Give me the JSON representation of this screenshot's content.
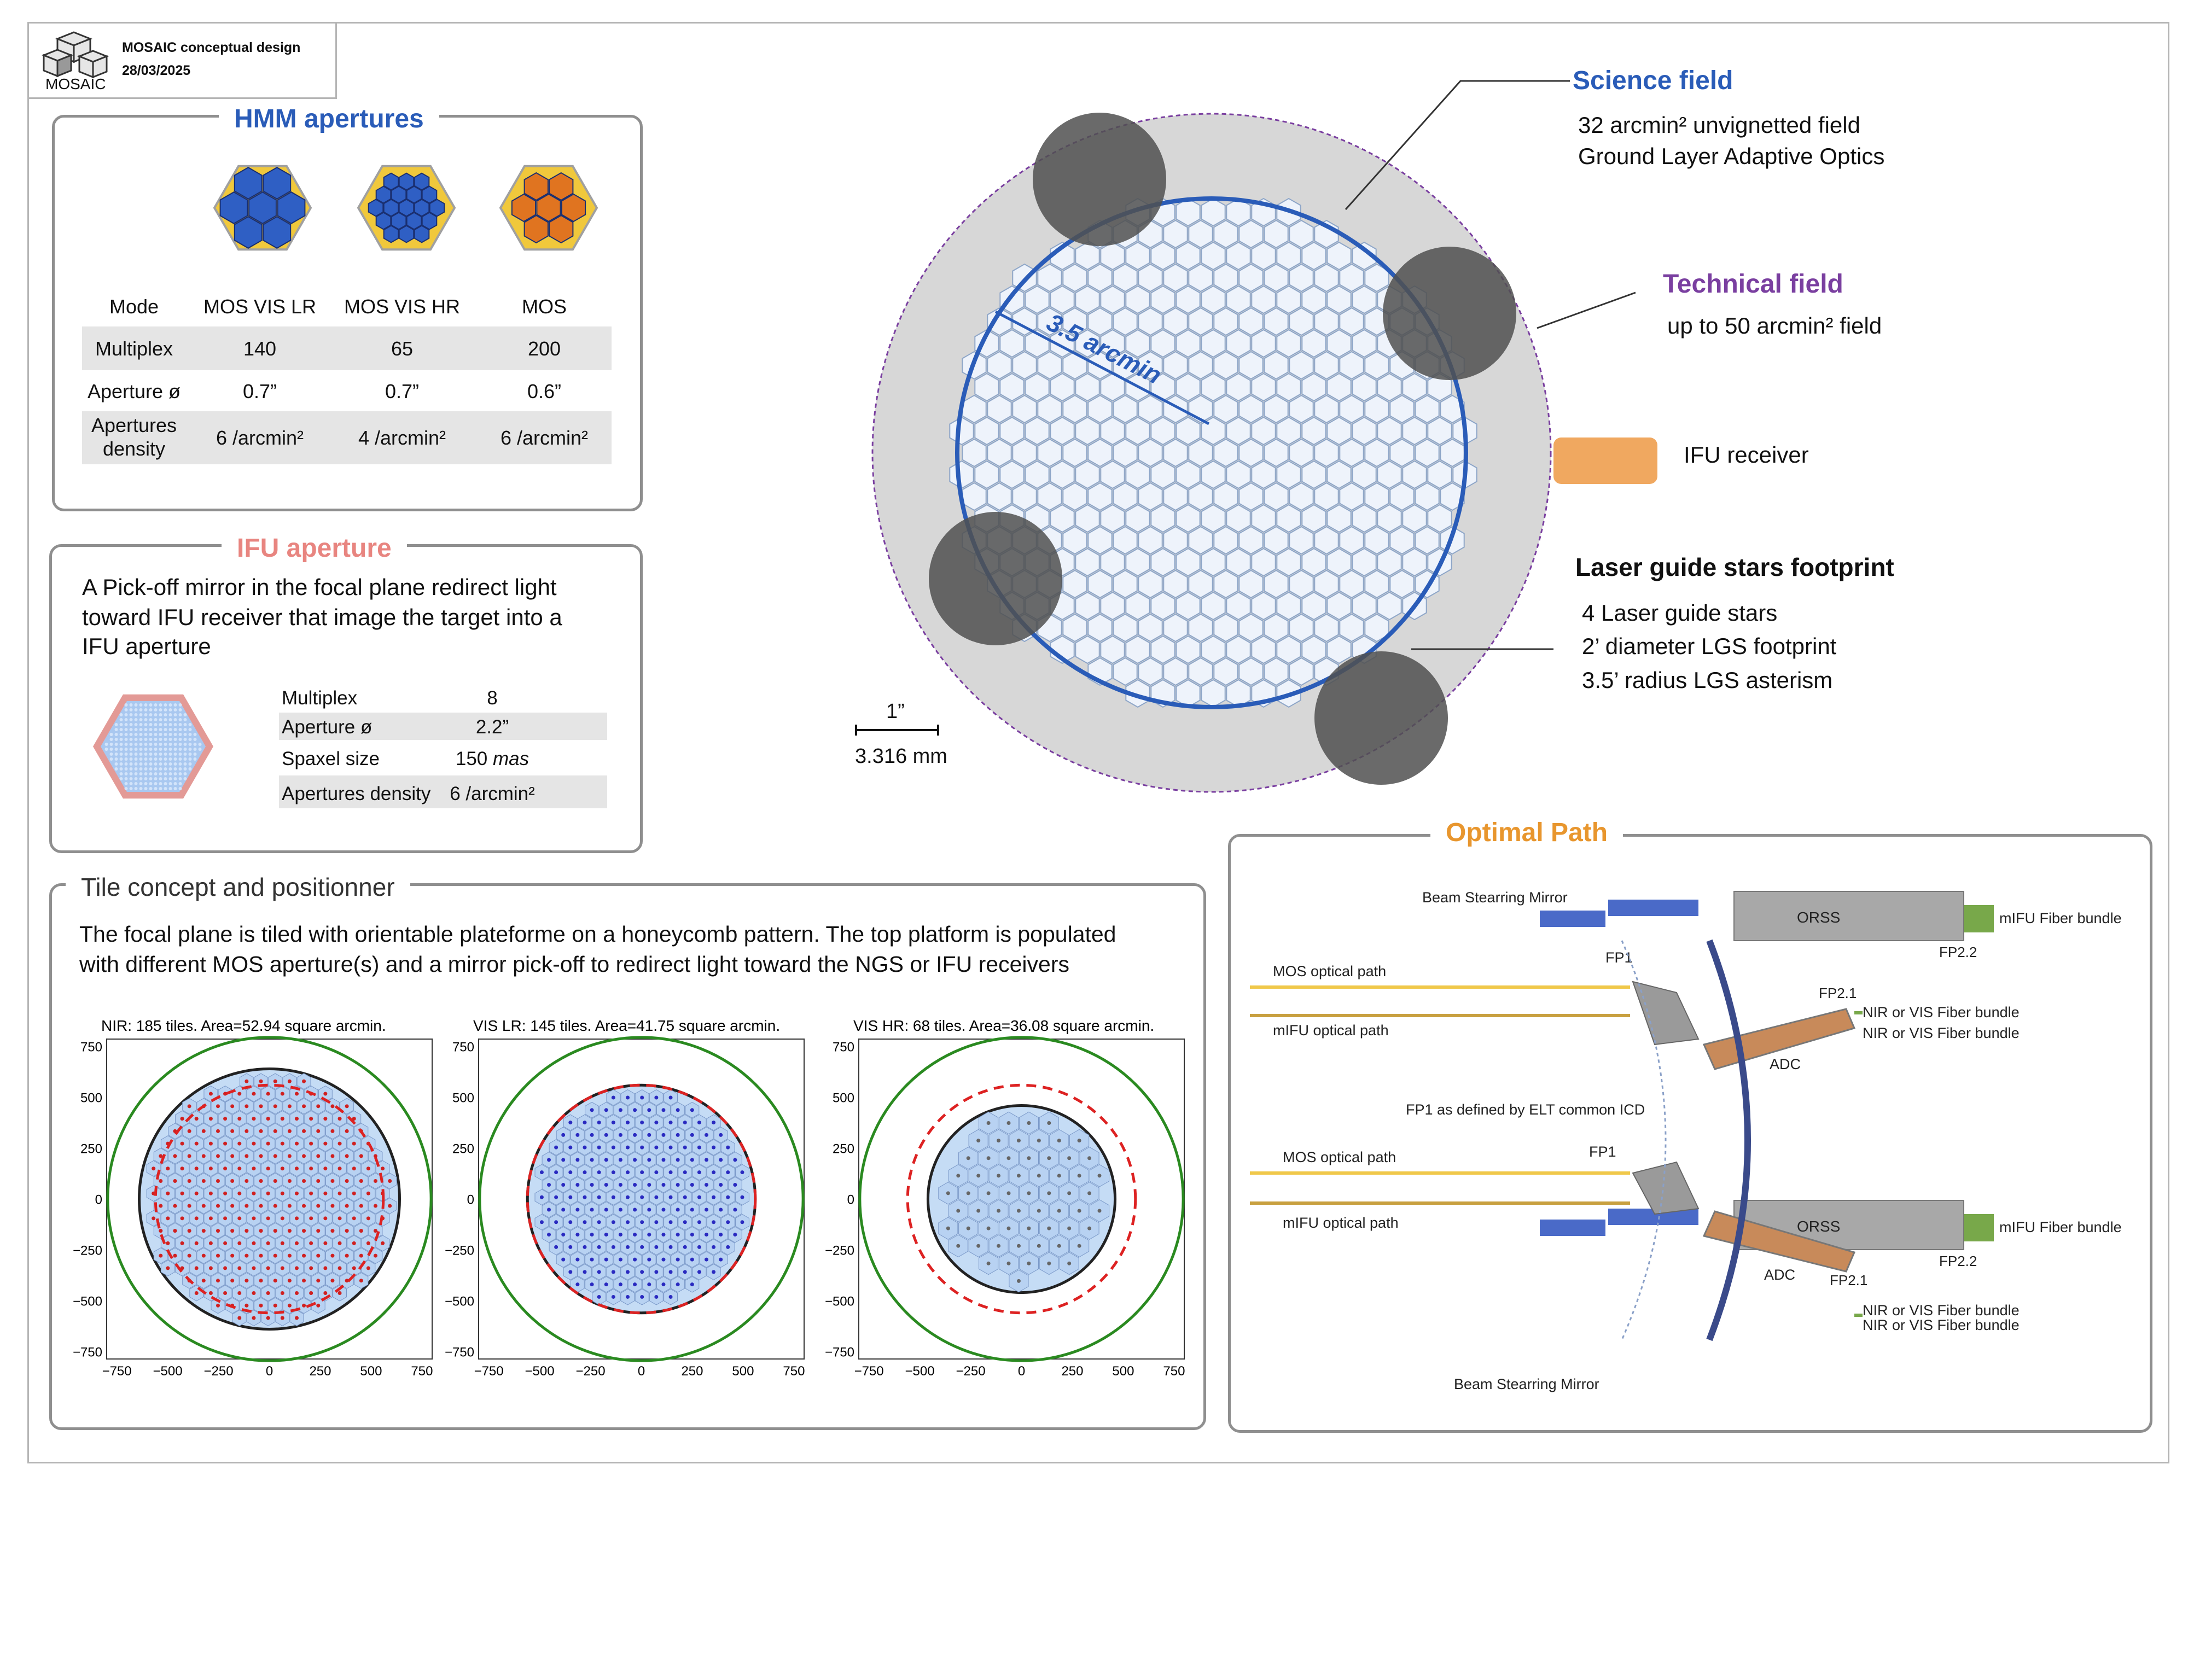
{
  "header": {
    "logo_text": "MOSAIC",
    "title": "MOSAIC conceptual design",
    "date": "28/03/2025"
  },
  "hmm": {
    "title": "HMM apertures",
    "columns": [
      "Mode",
      "MOS VIS LR",
      "MOS VIS HR",
      "MOS"
    ],
    "rows": [
      {
        "label": "Multiplex",
        "values": [
          "140",
          "65",
          "200"
        ]
      },
      {
        "label": "Aperture ø",
        "values": [
          "0.7”",
          "0.7”",
          "0.6”"
        ]
      },
      {
        "label_line1": "Apertures",
        "label_line2": "density",
        "values": [
          "6 /arcmin²",
          "4 /arcmin²",
          "6 /arcmin²"
        ]
      }
    ],
    "colors": {
      "blue": "#2f5fc4",
      "orange": "#e07420",
      "gold": "#f0c83c"
    }
  },
  "ifu": {
    "title": "IFU aperture",
    "description_lines": [
      "A Pick-off mirror in the focal plane redirect light",
      "toward IFU receiver that image the target into a",
      "IFU aperture"
    ],
    "rows": [
      {
        "label": "Multiplex",
        "value": "8"
      },
      {
        "label": "Aperture ø",
        "value": "2.2”"
      },
      {
        "label": "Spaxel size",
        "value": "150",
        "unit": "mas"
      },
      {
        "label": "Apertures density",
        "value": "6 /arcmin²"
      }
    ]
  },
  "tile": {
    "title": "Tile concept and positionner",
    "description_lines": [
      "The focal plane is tiled with orientable plateforme on a honeycomb pattern. The top platform is populated",
      "with different MOS aperture(s) and a mirror pick-off to redirect light toward the NGS or IFU receivers"
    ],
    "plots": [
      {
        "title": "NIR: 185 tiles. Area=52.94 square arcmin."
      },
      {
        "title": "VIS LR: 145 tiles. Area=41.75 square arcmin."
      },
      {
        "title": "VIS HR: 68 tiles. Area=36.08 square arcmin."
      }
    ],
    "ticks": [
      "750",
      "500",
      "250",
      "0",
      "−250",
      "−500",
      "−750"
    ],
    "xticks": [
      "−750",
      "−500",
      "−250",
      "0",
      "250",
      "500",
      "750"
    ]
  },
  "focal": {
    "diameter_label": "3.5 arcmin",
    "scale_top": "1”",
    "scale_bottom": "3.316 mm",
    "science_title": "Science field",
    "science_line1": "32 arcmin² unvignetted field",
    "science_line2": "Ground Layer Adaptive Optics",
    "technical_title": "Technical field",
    "technical_line1": "up to 50 arcmin² field",
    "ifu_receiver": "IFU receiver",
    "lgs_title": "Laser guide stars footprint",
    "lgs_line1": "4 Laser guide stars",
    "lgs_line2": "2’ diameter LGS footprint",
    "lgs_line3": "3.5’ radius LGS asterism",
    "colors": {
      "science": "#2a5cb8",
      "technical": "#7a3fa0",
      "ifu": "#f0a860"
    }
  },
  "optical": {
    "title": "Optimal Path",
    "labels": {
      "beam_mirror": "Beam Stearring Mirror",
      "orss": "ORSS",
      "mifu_bundle": "mIFU Fiber bundle",
      "mifu_bundle_cut": "mIFU Fiber bundle",
      "fp22": "FP2.2",
      "mos_path": "MOS optical path",
      "mifu_path": "mIFU optical path",
      "fp1": "FP1",
      "fp21": "FP2.1",
      "nir_vis": "NIR or VIS Fiber bundle",
      "adc": "ADC",
      "fp1_defined": "FP1 as defined by ELT common ICD"
    },
    "title_color": "#e8962e"
  }
}
